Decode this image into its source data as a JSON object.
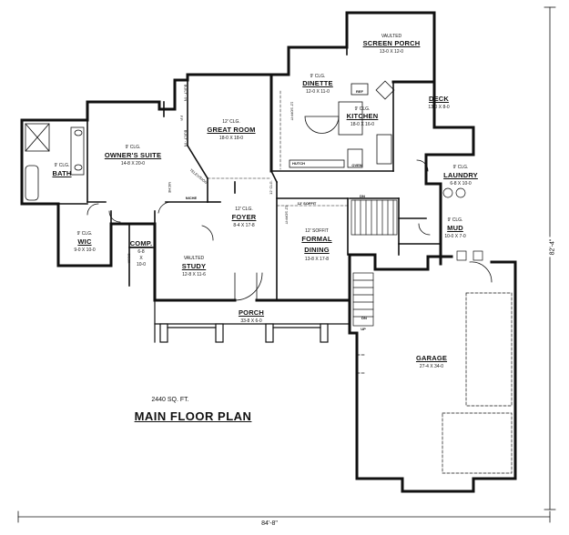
{
  "plan": {
    "title": "MAIN FLOOR PLAN",
    "square_feet": "2440 SQ. FT.",
    "overall_width": "84'-8\"",
    "overall_depth": "82'-4\""
  },
  "rooms": {
    "screen_porch": {
      "ceiling": "VAULTED",
      "name": "SCREEN PORCH",
      "size": "13-0 X 12-0"
    },
    "dinette": {
      "ceiling": "9' CLG.",
      "name": "DINETTE",
      "size": "12-0 X 11-0"
    },
    "kitchen": {
      "ceiling": "9' CLG.",
      "name": "KITCHEN",
      "size": "18-0 X 16-0"
    },
    "deck": {
      "name": "DECK",
      "size": "13-0 X 8-0"
    },
    "great_room": {
      "ceiling": "12' CLG.",
      "name": "GREAT ROOM",
      "size": "18-0 X 18-0"
    },
    "owners_suite": {
      "ceiling": "9' CLG.",
      "name": "OWNER'S SUITE",
      "size": "14-8 X 20-0"
    },
    "bath": {
      "ceiling": "9' CLG.",
      "name": "BATH"
    },
    "laundry": {
      "ceiling": "9' CLG.",
      "name": "LAUNDRY",
      "size": "6-8 X 10-0"
    },
    "mud": {
      "ceiling": "9' CLG.",
      "name": "MUD",
      "size": "10-0 X 7-0"
    },
    "foyer": {
      "ceiling": "12' CLG.",
      "name": "FOYER",
      "size": "8-4 X 17-8"
    },
    "formal_dining": {
      "ceiling": "12' SOFFIT",
      "name1": "FORMAL",
      "name2": "DINING",
      "size": "13-8 X 17-8"
    },
    "wic": {
      "ceiling": "9' CLG.",
      "name": "WIC",
      "size": "9-0 X 10-0"
    },
    "comp": {
      "name": "COMP.",
      "size1": "6-8",
      "size2": "X",
      "size3": "10-0"
    },
    "study": {
      "ceiling": "VAULTED",
      "name": "STUDY",
      "size": "12-8 X 11-6"
    },
    "porch": {
      "name": "PORCH",
      "size": "33-8 X 6-0"
    },
    "garage": {
      "name": "GARAGE",
      "size": "27-4 X 34-0"
    }
  },
  "notes": {
    "niche_1": "NICHE",
    "niche_2": "NICHE",
    "built_in_1": "BUILT - IN",
    "built_in_2": "BUILT - IN",
    "fp": "F.P.",
    "telev": "TELEV/SION",
    "hutch": "HUTCH",
    "oven": "OVEN",
    "ref": "REF",
    "desk": "DESK",
    "dn_1": "DN",
    "dn_2": "DN",
    "up": "UP",
    "soffit_1": "12' SOFFIT",
    "soffit_2": "12' SOFFIT",
    "soffit_3": "12' SOFFIT",
    "clg_12": "12' CLG."
  }
}
